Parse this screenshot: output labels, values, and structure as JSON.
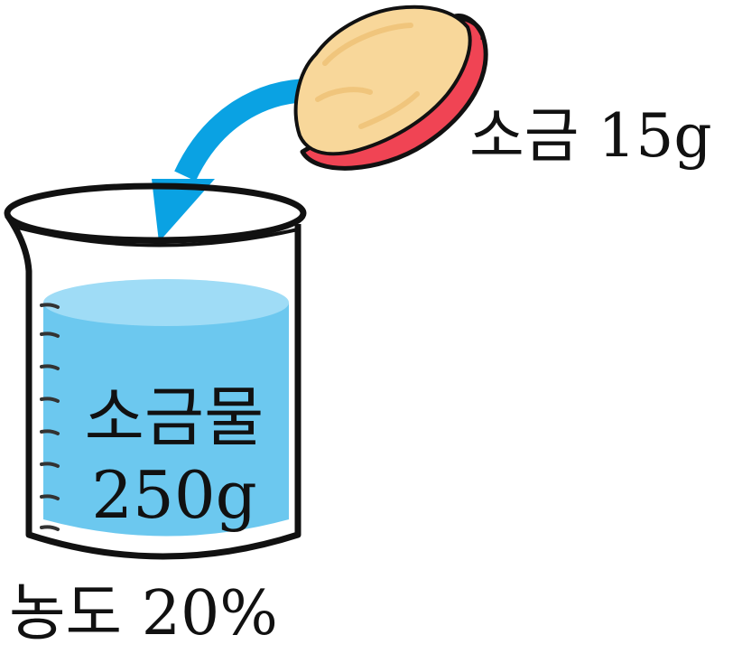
{
  "salt": {
    "label": "소금 15g"
  },
  "solution": {
    "name": "소금물",
    "mass": "250g"
  },
  "concentration": {
    "label": "농도 20%"
  },
  "colors": {
    "water": "#6cc8ef",
    "water_surface": "#9fdcf6",
    "arrow": "#0aa2e3",
    "dish": "#f04454",
    "salt": "#f8d79a",
    "outline": "#111111"
  },
  "icons": {
    "arrow": "curved-arrow-icon",
    "dish": "salt-dish-icon",
    "beaker": "beaker-icon"
  }
}
